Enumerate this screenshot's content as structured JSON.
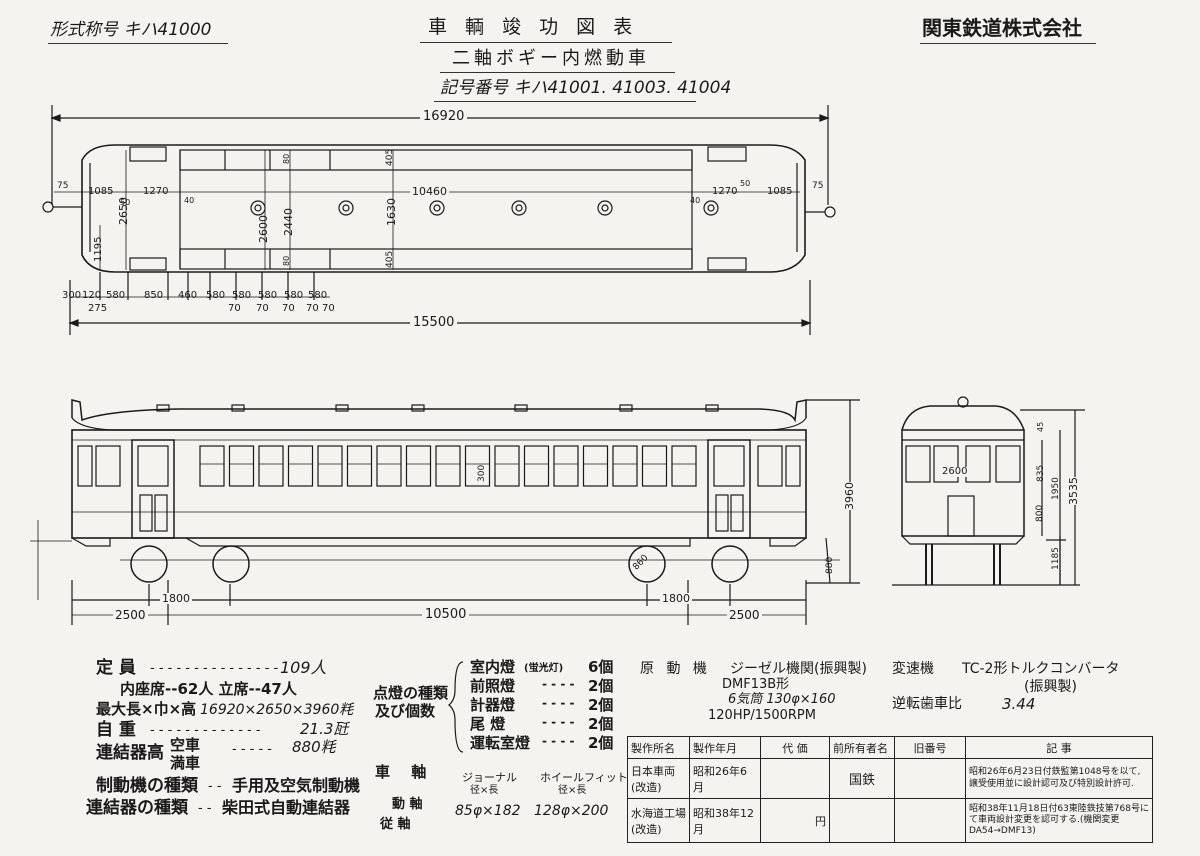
{
  "header": {
    "model_label": "形式称号 キハ41000",
    "title": "車 輌 竣 功 図 表",
    "subtitle": "二軸ボギー内燃動車",
    "numbers": "記号番号 キハ41001. 41003. 41004",
    "company": "関東鉄道株式会社"
  },
  "plan_dims": {
    "overall": "16920",
    "body_length": "15500",
    "d75_l": "75",
    "d75_r": "75",
    "d1085": "1085",
    "d1270_l": "1270",
    "d10460": "10460",
    "d1270_r": "1270",
    "d1085_r": "1085",
    "d50_l": "50",
    "d40_l": "40",
    "d40_r": "40",
    "d50_r": "50",
    "d2650": "2650",
    "d2600": "2600",
    "d2440": "2440",
    "d1630": "1630",
    "d405_t": "405",
    "d405_b": "405",
    "d80_t": "80",
    "d80_b": "80",
    "d1195": "1195",
    "bottom_row": [
      "300",
      "120",
      "580",
      "850",
      "460",
      "580",
      "580",
      "580",
      "580",
      "580"
    ],
    "bottom_row2": [
      "275",
      "70",
      "70",
      "70",
      "70",
      "70"
    ]
  },
  "side_dims": {
    "d2500_l": "2500",
    "d1800_l": "1800",
    "d10500": "10500",
    "d1800_r": "1800",
    "d2500_r": "2500",
    "d3960": "3960",
    "d880": "880",
    "d860": "860",
    "d300": "300"
  },
  "end_dims": {
    "d2600": "2600",
    "d835": "835",
    "d1950": "1950",
    "d3535": "3535",
    "d800": "800",
    "d1185": "1185",
    "d45": "45"
  },
  "specs": {
    "capacity_label": "定 員",
    "capacity_value": "109人",
    "seats": "内座席--62人  立席--47人",
    "size_label": "最大長×巾×高",
    "size_value": "16920×2650×3960粍",
    "weight_label": "自 重",
    "weight_value": "21.3瓩",
    "coupler_height_label": "連結器高",
    "coupler_height_sub1": "空車",
    "coupler_height_sub2": "満車",
    "coupler_height_value": "880粍",
    "brake_label": "制動機の種類",
    "brake_value": "手用及空気制動機",
    "coupler_label": "連結器の種類",
    "coupler_value": "柴田式自動連結器"
  },
  "lights": {
    "label1": "点燈の種類",
    "label2": "及び個数",
    "items": [
      {
        "name": "室内燈",
        "note": "(蛍光灯)",
        "count": "6個"
      },
      {
        "name": "前照燈",
        "note": "",
        "count": "2個"
      },
      {
        "name": "計器燈",
        "note": "",
        "count": "2個"
      },
      {
        "name": "尾 燈",
        "note": "",
        "count": "2個"
      },
      {
        "name": "運転室燈",
        "note": "",
        "count": "2個"
      }
    ]
  },
  "axle": {
    "label1": "車 軸",
    "journal_h": "ジョーナル",
    "journal_sub": "径×長",
    "wheelfit_h": "ホイールフィット",
    "wheelfit_sub": "径×長",
    "driving": "動 軸",
    "trailing": "従 軸",
    "journal_val": "85φ×182",
    "wheelfit_val": "128φ×200"
  },
  "engine": {
    "label": "原 動 機",
    "line1": "ジーゼル機関(振興製)",
    "line2": "DMF13B形",
    "line3": "6気筒  130φ×160",
    "line4": "120HP/1500RPM",
    "trans_label": "変速機",
    "trans_value": "TC-2形トルクコンバータ",
    "trans_maker": "(振興製)",
    "gear_label": "逆転歯車比",
    "gear_value": "3.44"
  },
  "register": {
    "headers": [
      "製作所名",
      "製作年月",
      "代 価",
      "前所有者名",
      "旧番号",
      "記 事"
    ],
    "rows": [
      {
        "maker": "日本車両(改造)",
        "date": "昭和26年6月",
        "price": "",
        "owner": "国鉄",
        "oldno": "",
        "note": "昭和26年6月23日付鉄監第1048号を以て,譲受使用並に設計認可及び特別設計許可."
      },
      {
        "maker": "水海道工場(改造)",
        "date": "昭和38年12月",
        "price": "円",
        "owner": "",
        "oldno": "",
        "note": "昭和38年11月18日付63東陸鉄技第768号にて車両設計変更を認可する.(機関変更DA54→DMF13)"
      }
    ]
  }
}
